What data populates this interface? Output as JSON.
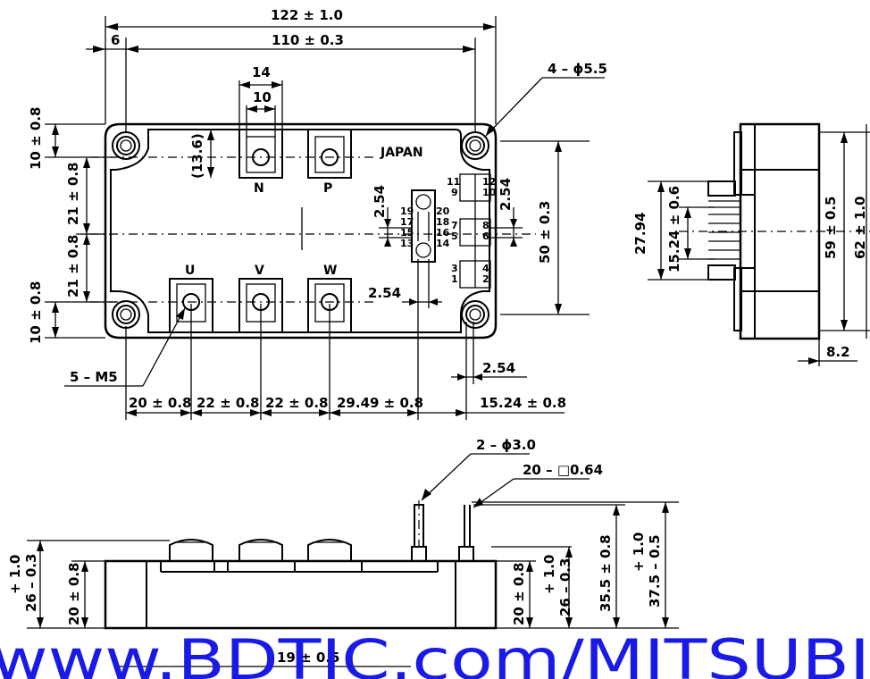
{
  "top_view": {
    "dims": {
      "overall_length": "122 ± 1.0",
      "mount_pitch": "110 ± 0.3",
      "edge_offset": "6",
      "terminal_width_outer": "14",
      "terminal_width_inner": "10",
      "mount_hole": "4 – ϕ5.5",
      "terminal_height": "(13.6)",
      "pin_pitch_left": "2.54",
      "pin_pitch_right": "2.54",
      "pin_pitch_bottom": "2.54",
      "pin_pitch_lower": "2.54",
      "left_top": "10 ± 0.8",
      "left_upper": "21 ± 0.8",
      "left_lower": "21 ± 0.8",
      "left_bottom": "10 ± 0.8",
      "height": "50 ± 0.3",
      "screw": "5 – M5",
      "b1": "20 ± 0.8",
      "b2": "22 ± 0.8",
      "b3": "22 ± 0.8",
      "b4": "29.49 ± 0.8",
      "b5": "15.24 ± 0.8"
    },
    "labels": {
      "country": "JAPAN",
      "n": "N",
      "p": "P",
      "u": "U",
      "v": "V",
      "w": "W"
    },
    "pins_left": [
      "19",
      "17",
      "15",
      "13",
      "20",
      "18",
      "16",
      "14"
    ],
    "pins_right": [
      "11",
      "9",
      "12",
      "10",
      "7",
      "5",
      "8",
      "6",
      "3",
      "1",
      "4",
      "2"
    ]
  },
  "side_view": {
    "dims": {
      "pin_span": "27.94",
      "pin_center": "15.24 ± 0.6",
      "width_inner": "59 ± 0.5",
      "width_outer": "62 ± 1.0",
      "thickness": "8.2"
    }
  },
  "front_view": {
    "dims": {
      "pin_hole": "2 – ϕ3.0",
      "pin_square": "20 – □0.64",
      "height_left_tol_plus": "+ 1.0",
      "height_left_tol_minus": "26 – 0.3",
      "base_left": "20 ± 0.8",
      "base_right": "20 ± 0.8",
      "height_right_tol_plus": "+ 1.0",
      "height_right_tol_minus": "26 – 0.3",
      "pin_height": "35.5 ± 0.8",
      "total_tol_plus": "+ 1.0",
      "total_tol_minus": "37.5 – 0.5",
      "bottom": "19 ± 0.5"
    }
  },
  "watermark": "www.BDTIC.com/MITSUBI"
}
